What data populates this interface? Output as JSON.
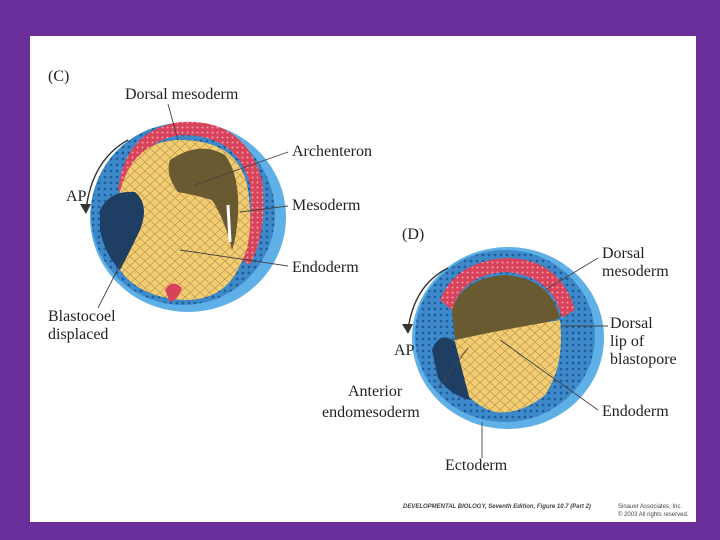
{
  "panel_c": {
    "tag": "(C)",
    "labels": {
      "dorsal_mesoderm": "Dorsal mesoderm",
      "archenteron": "Archenteron",
      "ap": "AP",
      "mesoderm": "Mesoderm",
      "endoderm": "Endoderm",
      "blastocoel_line1": "Blastocoel",
      "blastocoel_line2": "displaced"
    }
  },
  "panel_d": {
    "tag": "(D)",
    "labels": {
      "dorsal_mesoderm_line1": "Dorsal",
      "dorsal_mesoderm_line2": "mesoderm",
      "dorsal_lip_line1": "Dorsal",
      "dorsal_lip_line2": "lip of",
      "dorsal_lip_line3": "blastopore",
      "ap": "AP",
      "anterior_line1": "Anterior",
      "anterior_line2": "endomesoderm",
      "endoderm": "Endoderm",
      "ectoderm": "Ectoderm"
    }
  },
  "credit": {
    "line1": "DEVELOPMENTAL BIOLOGY, Seventh Edition, Figure 10.7 (Part 2)",
    "publisher": "Sinauer Associates, Inc.",
    "line2": "© 2003 All rights reserved."
  },
  "colors": {
    "frame": "#6a2e9a",
    "ectoderm": "#2f7fc0",
    "ectoderm_outer": "#5fb0e6",
    "mesoderm": "#d8425a",
    "endoderm_yolk": "#f2cd72",
    "archenteron": "#6a5a32",
    "blastocoel": "#1e3f63"
  }
}
